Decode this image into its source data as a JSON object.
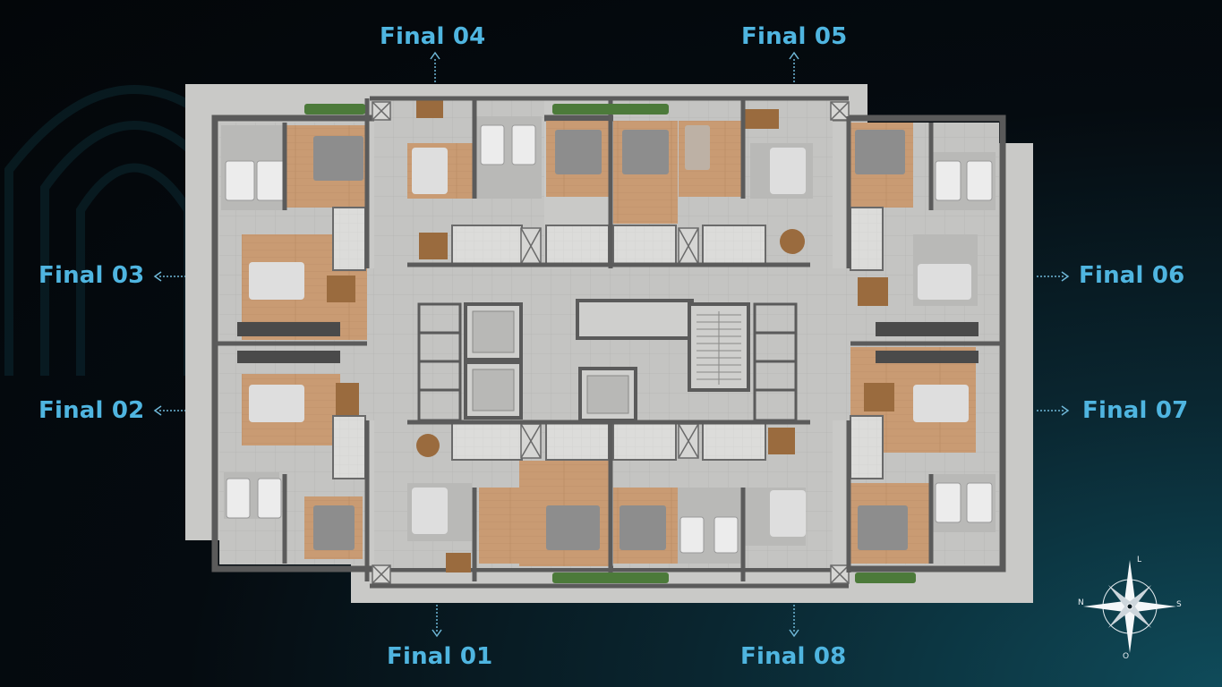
{
  "labels": {
    "final_01": "Final 01",
    "final_02": "Final 02",
    "final_03": "Final 03",
    "final_04": "Final 04",
    "final_05": "Final 05",
    "final_06": "Final 06",
    "final_07": "Final 07",
    "final_08": "Final 08"
  },
  "compass": {
    "n": "N",
    "l": "L",
    "s": "S",
    "o": "O"
  },
  "colors": {
    "label": "#4fb5e0",
    "slab": "#c9c9c7",
    "walls": "#5b5b5b",
    "wood_floor": "#c79a72",
    "tile_floor": "#bdbdbb",
    "plants": "#4c7a3a",
    "background": "#050b10"
  }
}
